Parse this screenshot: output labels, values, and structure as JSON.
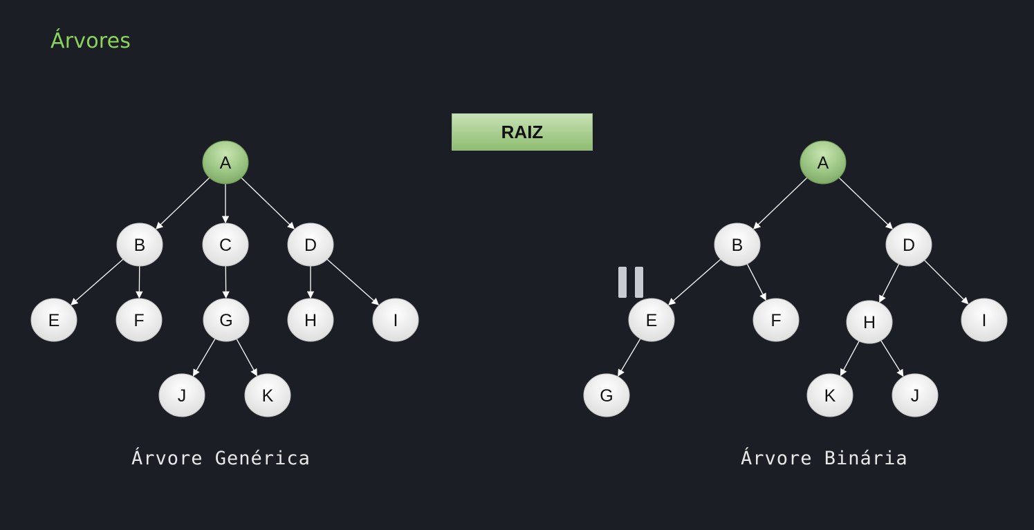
{
  "title": "Árvores",
  "raiz_label": "RAIZ",
  "generic_tree": {
    "caption": "Árvore Genérica",
    "root": "A",
    "nodes": [
      "A",
      "B",
      "C",
      "D",
      "E",
      "F",
      "G",
      "H",
      "I",
      "J",
      "K"
    ],
    "edges": [
      [
        "A",
        "B"
      ],
      [
        "A",
        "C"
      ],
      [
        "A",
        "D"
      ],
      [
        "B",
        "E"
      ],
      [
        "B",
        "F"
      ],
      [
        "C",
        "G"
      ],
      [
        "D",
        "H"
      ],
      [
        "D",
        "I"
      ],
      [
        "G",
        "J"
      ],
      [
        "G",
        "K"
      ]
    ]
  },
  "binary_tree": {
    "caption": "Árvore Binária",
    "root": "A",
    "nodes": [
      "A",
      "B",
      "D",
      "E",
      "F",
      "H",
      "I",
      "G",
      "K",
      "J"
    ],
    "edges": [
      [
        "A",
        "B"
      ],
      [
        "A",
        "D"
      ],
      [
        "B",
        "E"
      ],
      [
        "B",
        "F"
      ],
      [
        "D",
        "H"
      ],
      [
        "D",
        "I"
      ],
      [
        "E",
        "G"
      ],
      [
        "H",
        "K"
      ],
      [
        "H",
        "J"
      ]
    ]
  },
  "colors": {
    "background": "#1b1f25",
    "title": "#8bd35a",
    "root_fill": "#9cc684",
    "node_fill": "#ececec",
    "edge": "#ffffff"
  },
  "icons": {
    "pause": "pause-icon"
  }
}
